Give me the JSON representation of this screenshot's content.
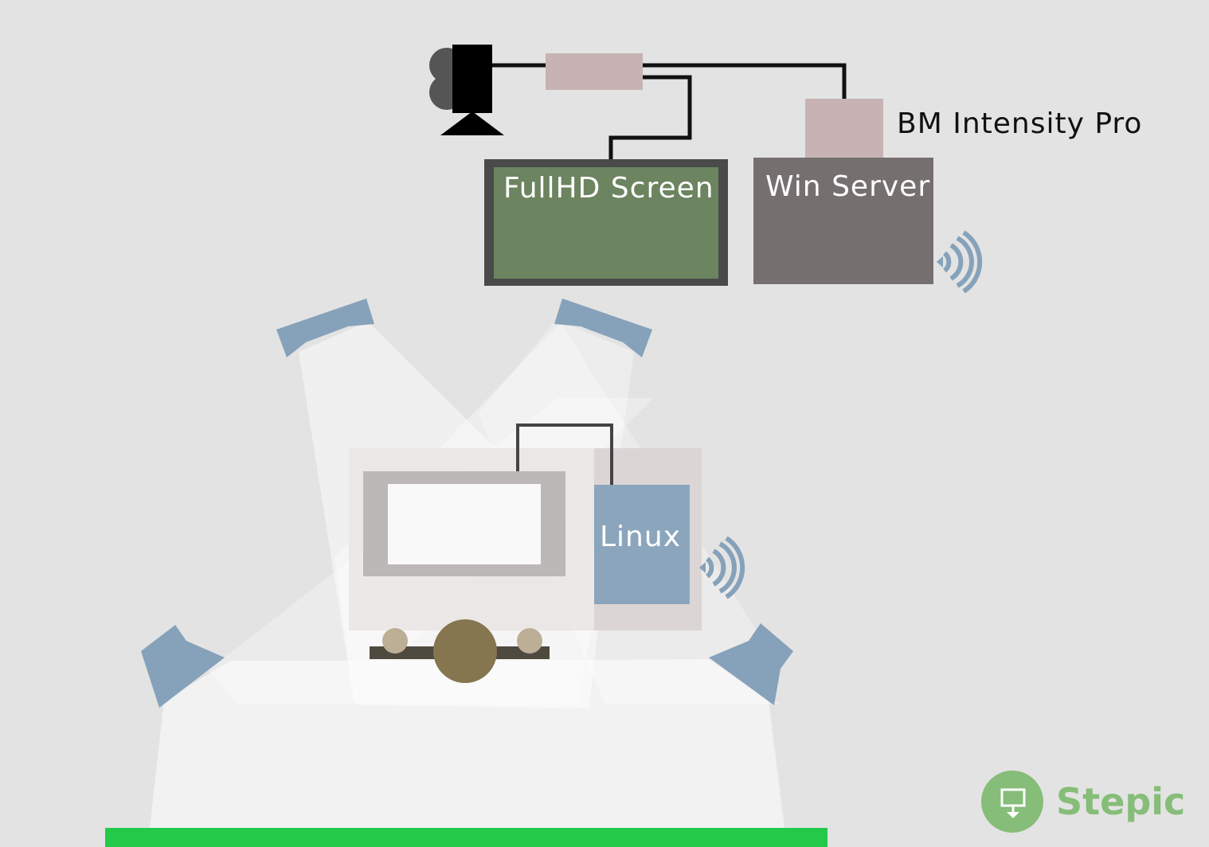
{
  "labels": {
    "fullhd_screen": "FullHD Screen",
    "win_server": "Win Server",
    "capture_card": "BM Intensity Pro",
    "linux": "Linux"
  },
  "brand": {
    "name": "Stepic",
    "color": "#86bd78",
    "icon": "presentation-board-icon"
  },
  "colors": {
    "background": "#e3e3e3",
    "screen_green": "#6c845f",
    "screen_frame": "#4a4a4a",
    "win_server": "#756f6f",
    "capture_card": "#c7b3b4",
    "linux": "#86a2ba",
    "softbox": "#86a2ba",
    "speaker_head": "#85764f",
    "floor_strip": "#24c94a",
    "camera": "#000000",
    "cable": "#111111"
  },
  "icons": [
    "camera-icon",
    "wifi-icon",
    "person-icon"
  ]
}
